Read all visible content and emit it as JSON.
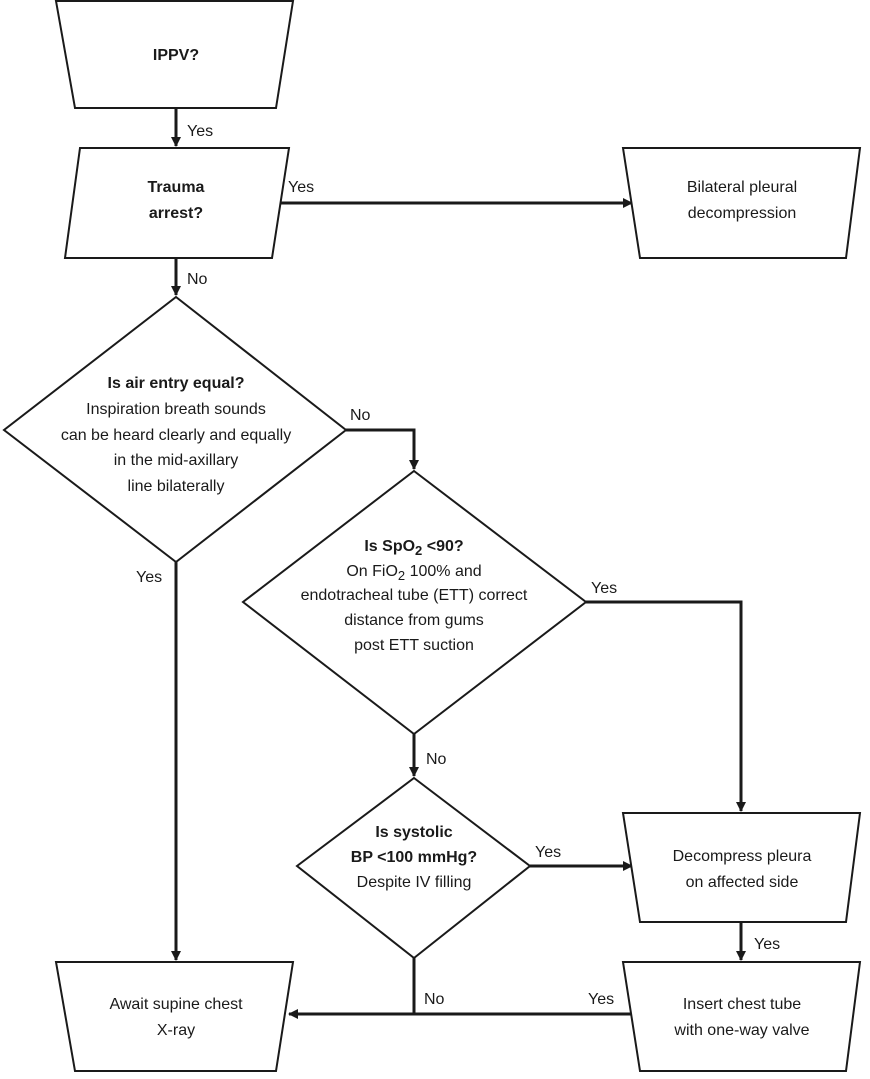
{
  "nodes": {
    "ippv": {
      "title": "IPPV?"
    },
    "trauma": {
      "line1": "Trauma",
      "line2": "arrest?"
    },
    "bilateral": {
      "line1": "Bilateral pleural",
      "line2": "decompression"
    },
    "air_entry": {
      "title": "Is air entry equal?",
      "line1": "Inspiration breath sounds",
      "line2": "can be heard clearly and equally",
      "line3": "in the mid-axillary",
      "line4": "line bilaterally"
    },
    "spo2": {
      "title_prefix": "Is SpO",
      "title_sub": "2",
      "title_suffix": " <90?",
      "line1_prefix": "On FiO",
      "line1_sub": "2",
      "line1_suffix": " 100% and",
      "line2": "endotracheal tube (ETT) correct",
      "line3": "distance from gums",
      "line4": "post ETT suction"
    },
    "systolic": {
      "title1": "Is systolic",
      "title2": "BP <100 mmHg?",
      "line1": "Despite IV filling"
    },
    "decompress": {
      "line1": "Decompress pleura",
      "line2": "on affected side"
    },
    "await": {
      "line1": "Await supine chest",
      "line2": "X-ray"
    },
    "insert": {
      "line1": "Insert chest tube",
      "line2": "with one-way valve"
    }
  },
  "edges": {
    "ippv_to_trauma": "Yes",
    "trauma_to_bilateral": "Yes",
    "trauma_to_air": "No",
    "air_to_spo2": "No",
    "air_to_await": "Yes",
    "spo2_to_decompress": "Yes",
    "spo2_to_systolic": "No",
    "systolic_to_decompress": "Yes",
    "systolic_to_await": "No",
    "decompress_to_insert": "Yes",
    "insert_to_await": "Yes"
  }
}
